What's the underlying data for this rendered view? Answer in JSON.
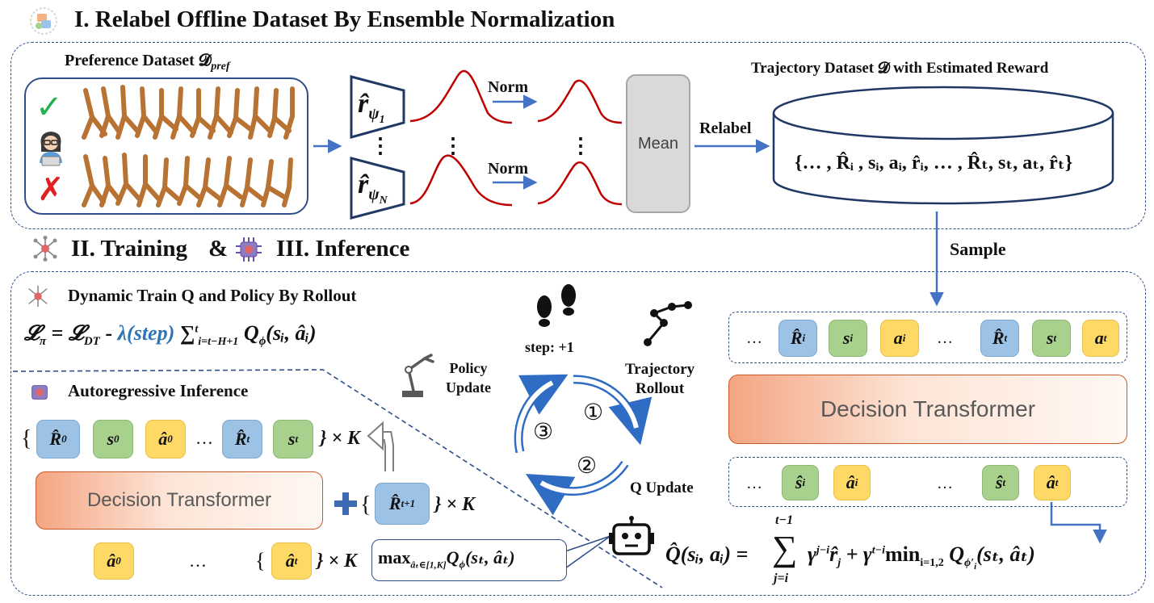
{
  "section1": {
    "title": "I. Relabel Offline Dataset By Ensemble Normalization",
    "pref_dataset_label": "Preference Dataset 𝓓",
    "pref_sub": "pref",
    "reward_models": [
      {
        "hat": "r̂",
        "sub": "ψ",
        "subsub": "1"
      },
      {
        "hat": "r̂",
        "sub": "ψ",
        "subsub": "N"
      }
    ],
    "vdots": "⋮",
    "norm_label": "Norm",
    "mean_label": "Mean",
    "relabel_label": "Relabel",
    "traj_dataset_label": "Trajectory Dataset 𝓓 with Estimated Reward",
    "traj_sequence": "{… , R̂ᵢ , sᵢ, aᵢ, r̂ᵢ, … , R̂ₜ, sₜ, aₜ, r̂ₜ}",
    "check_mark": "✓",
    "cross_mark": "✗"
  },
  "sample_label": "Sample",
  "section2": {
    "title_training": "II. Training",
    "amp": "&",
    "title_inference": "III. Inference",
    "dynamic_title": "Dynamic Train Q and Policy By Rollout",
    "loss_formula": {
      "lhs": "𝓛",
      "lhs_sub": "π",
      "eq": " = ",
      "term1": "𝓛",
      "term1_sub": "DT",
      "minus": " - ",
      "lambda": "λ(step)",
      "sum": " ∑",
      "sum_sup": "t",
      "sum_sub": "i=t−H+1",
      "q": " Q",
      "q_sub": "ϕ",
      "args": "(sᵢ, âᵢ)"
    },
    "autoregressive_title": "Autoregressive Inference",
    "ar_tokens": [
      {
        "text": "R̂",
        "sub": "0",
        "color": "blue"
      },
      {
        "text": "s",
        "sub": "0",
        "color": "green"
      },
      {
        "text": "â",
        "sub": "0",
        "color": "yellow"
      },
      {
        "text": "R̂",
        "sub": "t",
        "color": "blue"
      },
      {
        "text": "s",
        "sub": "t",
        "color": "green"
      }
    ],
    "ellipsis": "…",
    "open_brace": "{",
    "close_brace_k": "} × K",
    "dt_label": "Decision Transformer",
    "plus_icon": "+",
    "rnext": {
      "text": "R̂",
      "sub": "t+1"
    },
    "out_a0": {
      "text": "â",
      "sub": "0"
    },
    "out_at": {
      "text": "â",
      "sub": "t"
    },
    "max_formula": {
      "max": "max",
      "max_sub": "âₜ∈[1,K]",
      "q": "Q",
      "q_sub": "ϕ",
      "args": "(sₜ, âₜ)"
    },
    "cycle": {
      "step_label": "step: +1",
      "policy_update": [
        "Policy",
        "Update"
      ],
      "trajectory_rollout": [
        "Trajectory",
        "Rollout"
      ],
      "q_update": "Q Update",
      "n1": "①",
      "n2": "②",
      "n3": "③"
    },
    "right_top_tokens": [
      {
        "text": "R̂",
        "sub": "i",
        "color": "blue"
      },
      {
        "text": "s",
        "sub": "i",
        "color": "green"
      },
      {
        "text": "a",
        "sub": "i",
        "color": "yellow"
      },
      {
        "text": "R̂",
        "sub": "t",
        "color": "blue"
      },
      {
        "text": "s",
        "sub": "t",
        "color": "green"
      },
      {
        "text": "a",
        "sub": "t",
        "color": "yellow"
      }
    ],
    "right_bottom_tokens": [
      {
        "text": "ŝ",
        "sub": "i",
        "color": "green"
      },
      {
        "text": "â",
        "sub": "i",
        "color": "yellow"
      },
      {
        "text": "ŝ",
        "sub": "t",
        "color": "green"
      },
      {
        "text": "â",
        "sub": "t",
        "color": "yellow"
      }
    ],
    "q_formula": {
      "lhs": "Q̂(sᵢ, aᵢ) =",
      "sum_top": "t−1",
      "sum": "∑",
      "sum_bottom": "j=i",
      "term": "γ",
      "term_sup": "j−i",
      "r": "r̂",
      "r_sub": "j",
      "plus": " + γ",
      "plus_sup": "t−i",
      "min": "min",
      "min_sub": "i=1,2",
      "q": " Q",
      "q_sub": "ϕ′",
      "q_subsub": "i",
      "args": "(sₜ, âₜ)"
    }
  },
  "colors": {
    "dash_border": "#2f4f8a",
    "arrow_blue": "#4472c4",
    "curve_red": "#c00000",
    "cycle_blue": "#2f6cc4"
  }
}
